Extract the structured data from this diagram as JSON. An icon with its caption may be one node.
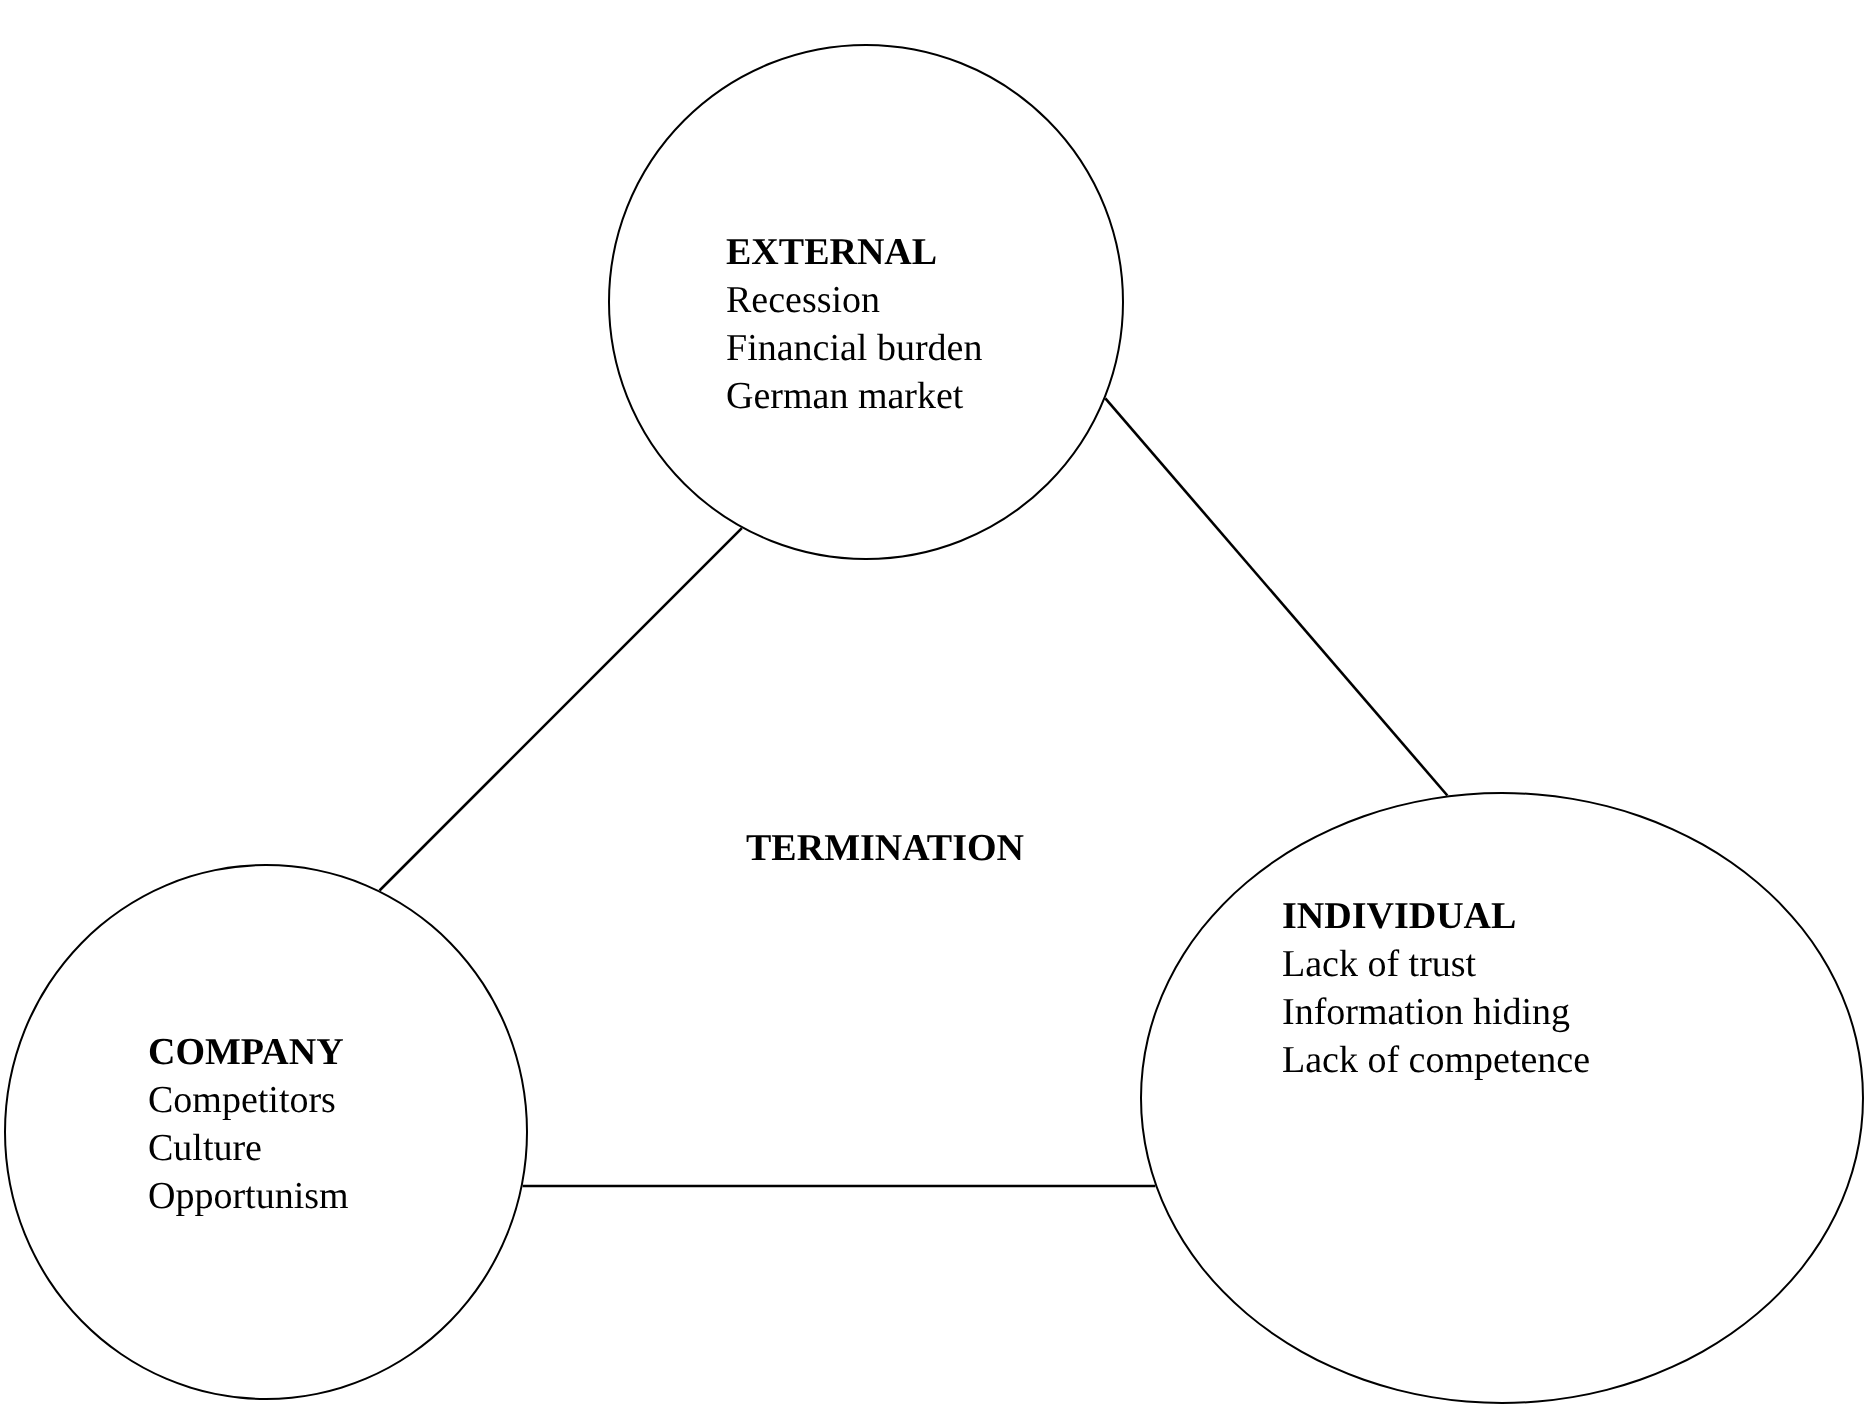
{
  "diagram": {
    "nodes": [
      {
        "text": [
          "EXTERNAL",
          "Recession",
          "Financial burden",
          "German market"
        ]
      },
      {
        "text": [
          "COMPANY",
          "Competitors",
          "Culture",
          "Opportunism"
        ]
      },
      {
        "text": [
          "INDIVIDUAL",
          "Lack of trust",
          "Information hiding",
          "Lack of competence"
        ]
      }
    ],
    "edges": [
      {
        "from": 0,
        "to": 1,
        "arrow": "none"
      },
      {
        "from": 0,
        "to": 2,
        "arrow": "none"
      },
      {
        "from": 1,
        "to": 2,
        "arrow": "none"
      }
    ],
    "labels": [
      "TERMINATION"
    ]
  }
}
